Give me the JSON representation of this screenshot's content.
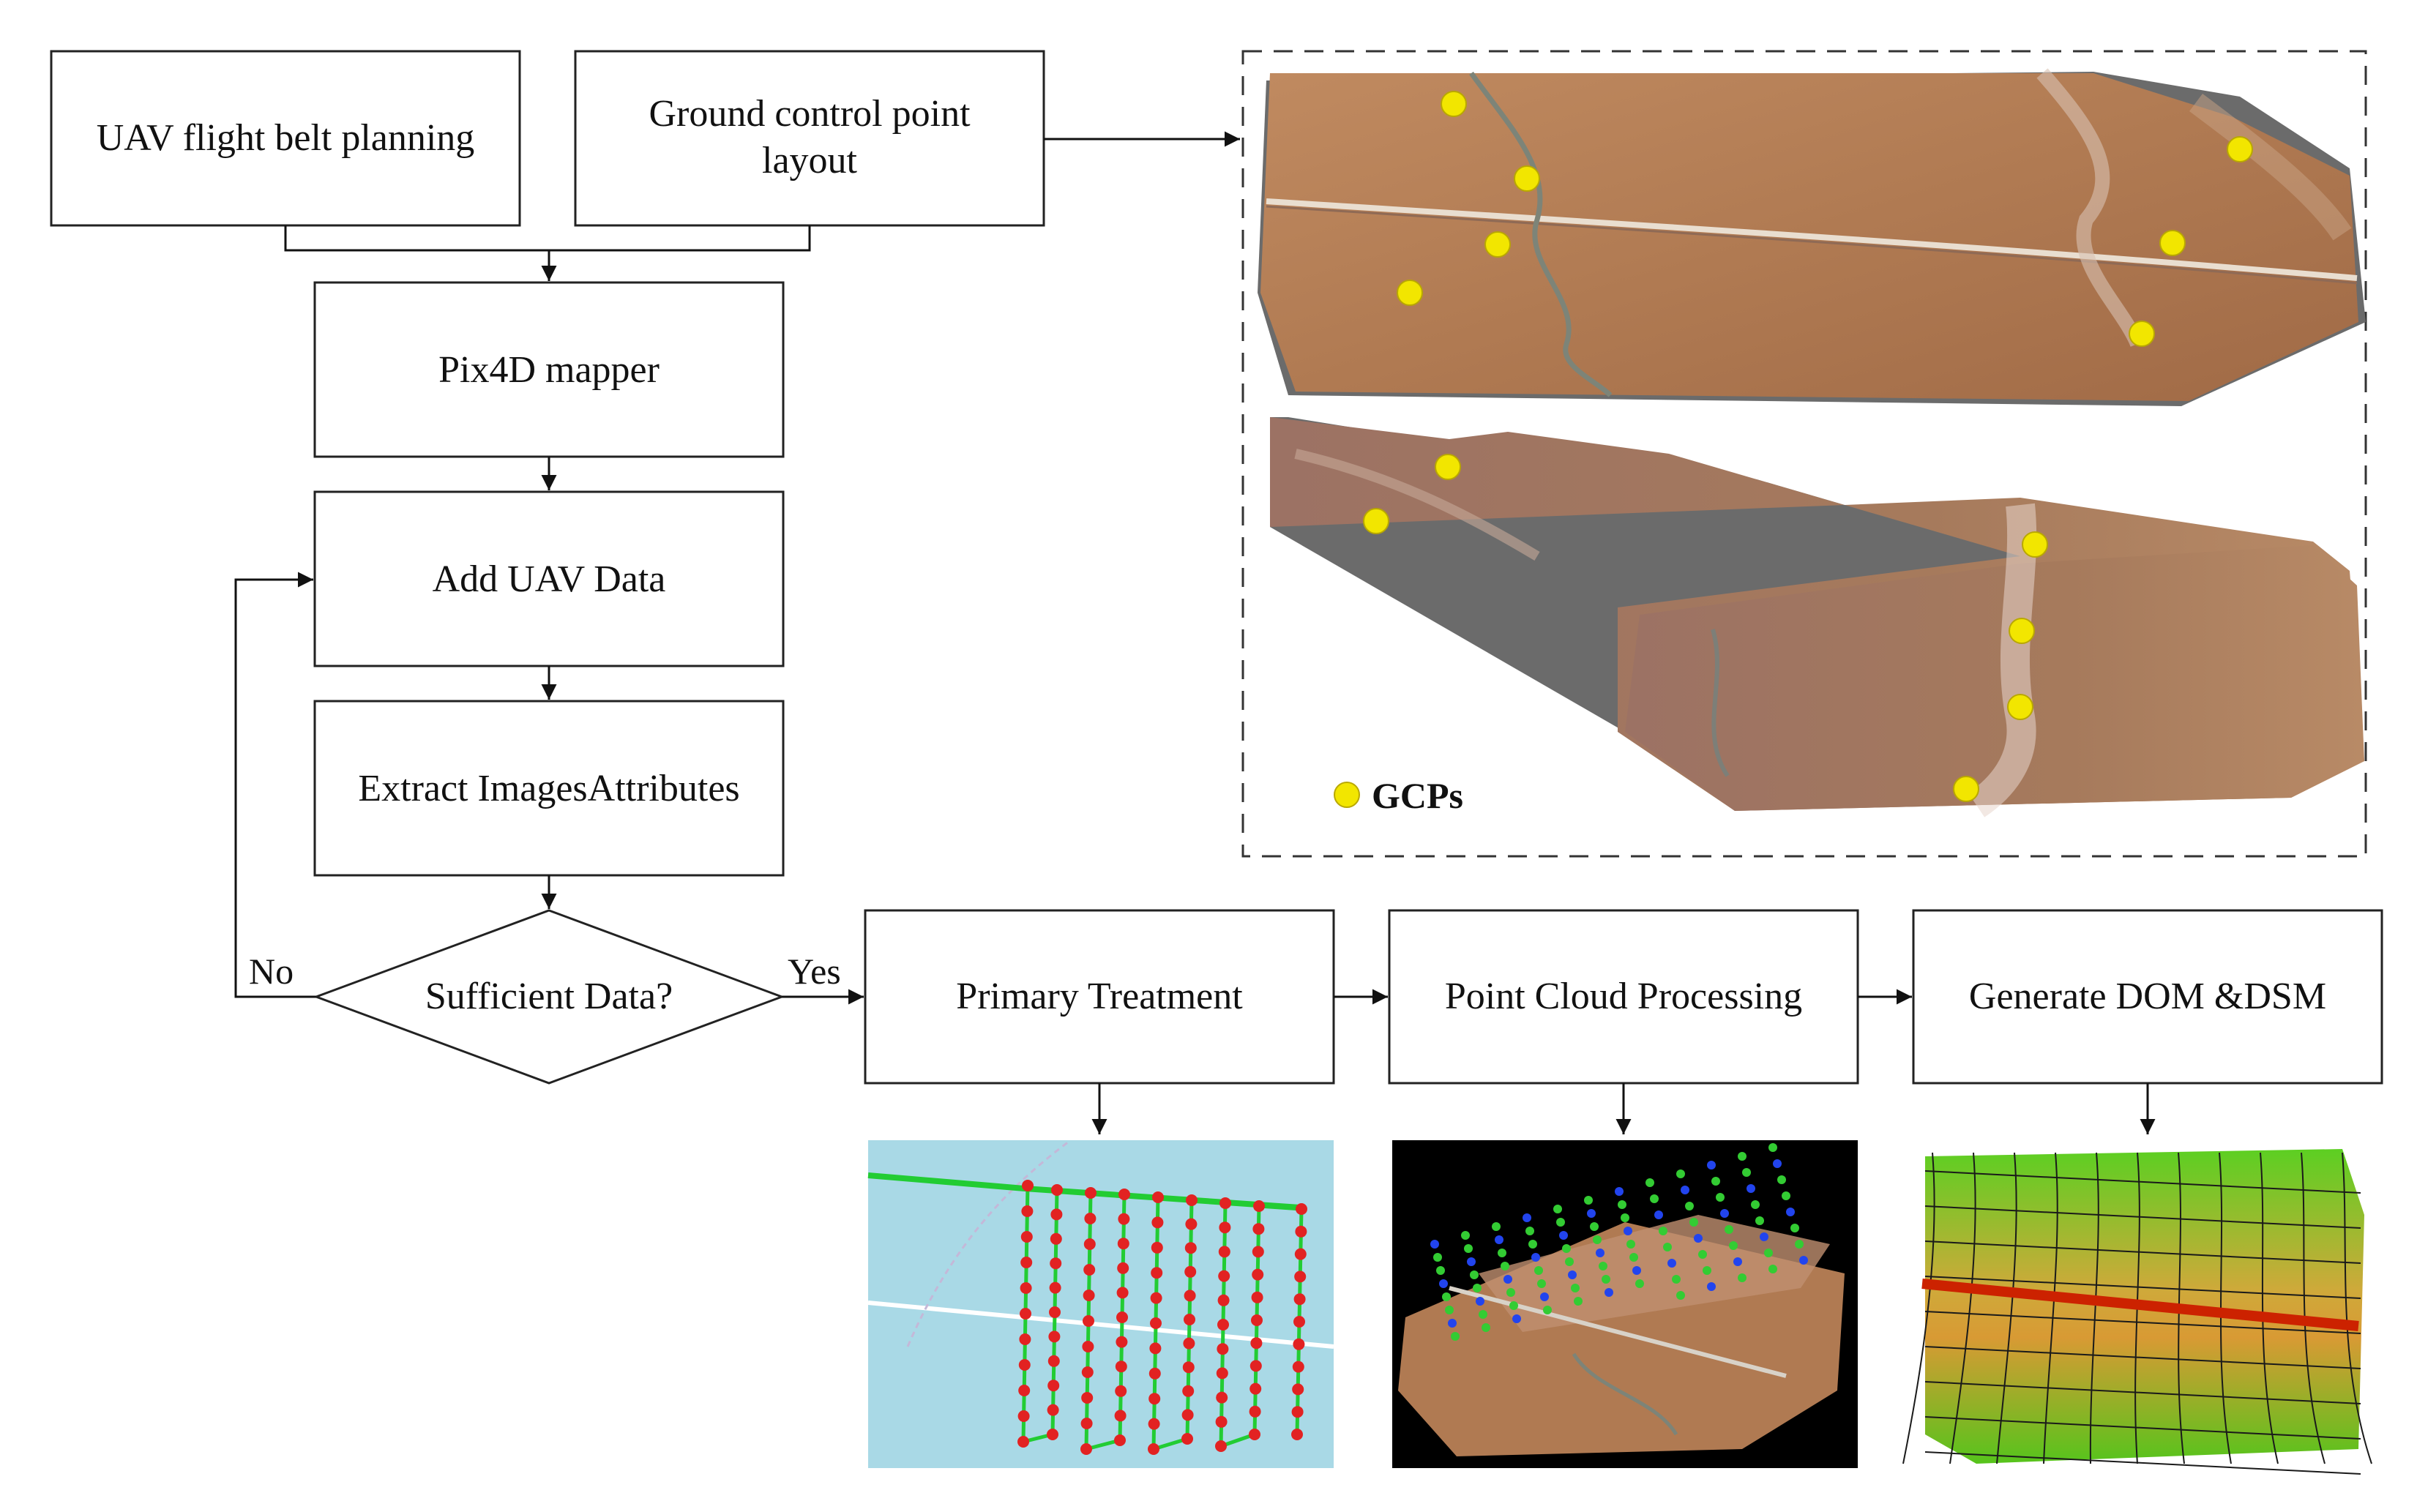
{
  "diagram": {
    "nodes": {
      "uav_planning": "UAV flight belt planning",
      "gcp_layout_line1": "Ground control point",
      "gcp_layout_line2": "layout",
      "pix4d": "Pix4D mapper",
      "add_uav": "Add UAV Data",
      "extract": "Extract ImagesAttributes",
      "decision": "Sufficient Data?",
      "primary": "Primary Treatment",
      "point_cloud": "Point Cloud Processing",
      "generate": "Generate DOM &DSM"
    },
    "edges": {
      "no_label": "No",
      "yes_label": "Yes"
    },
    "legend": {
      "gcps_label": "GCPs"
    },
    "colors": {
      "gcp_marker": "#f2e600",
      "terrain": "#b07a52",
      "sky_panel": "#a9d9e6",
      "flight_line": "#22cc33",
      "camera_point": "#e22222",
      "dsm_green": "#4fc21a",
      "dsm_orange": "#d8a030",
      "road_red": "#cc2200",
      "shadow_gray": "#6b6b6b"
    }
  }
}
